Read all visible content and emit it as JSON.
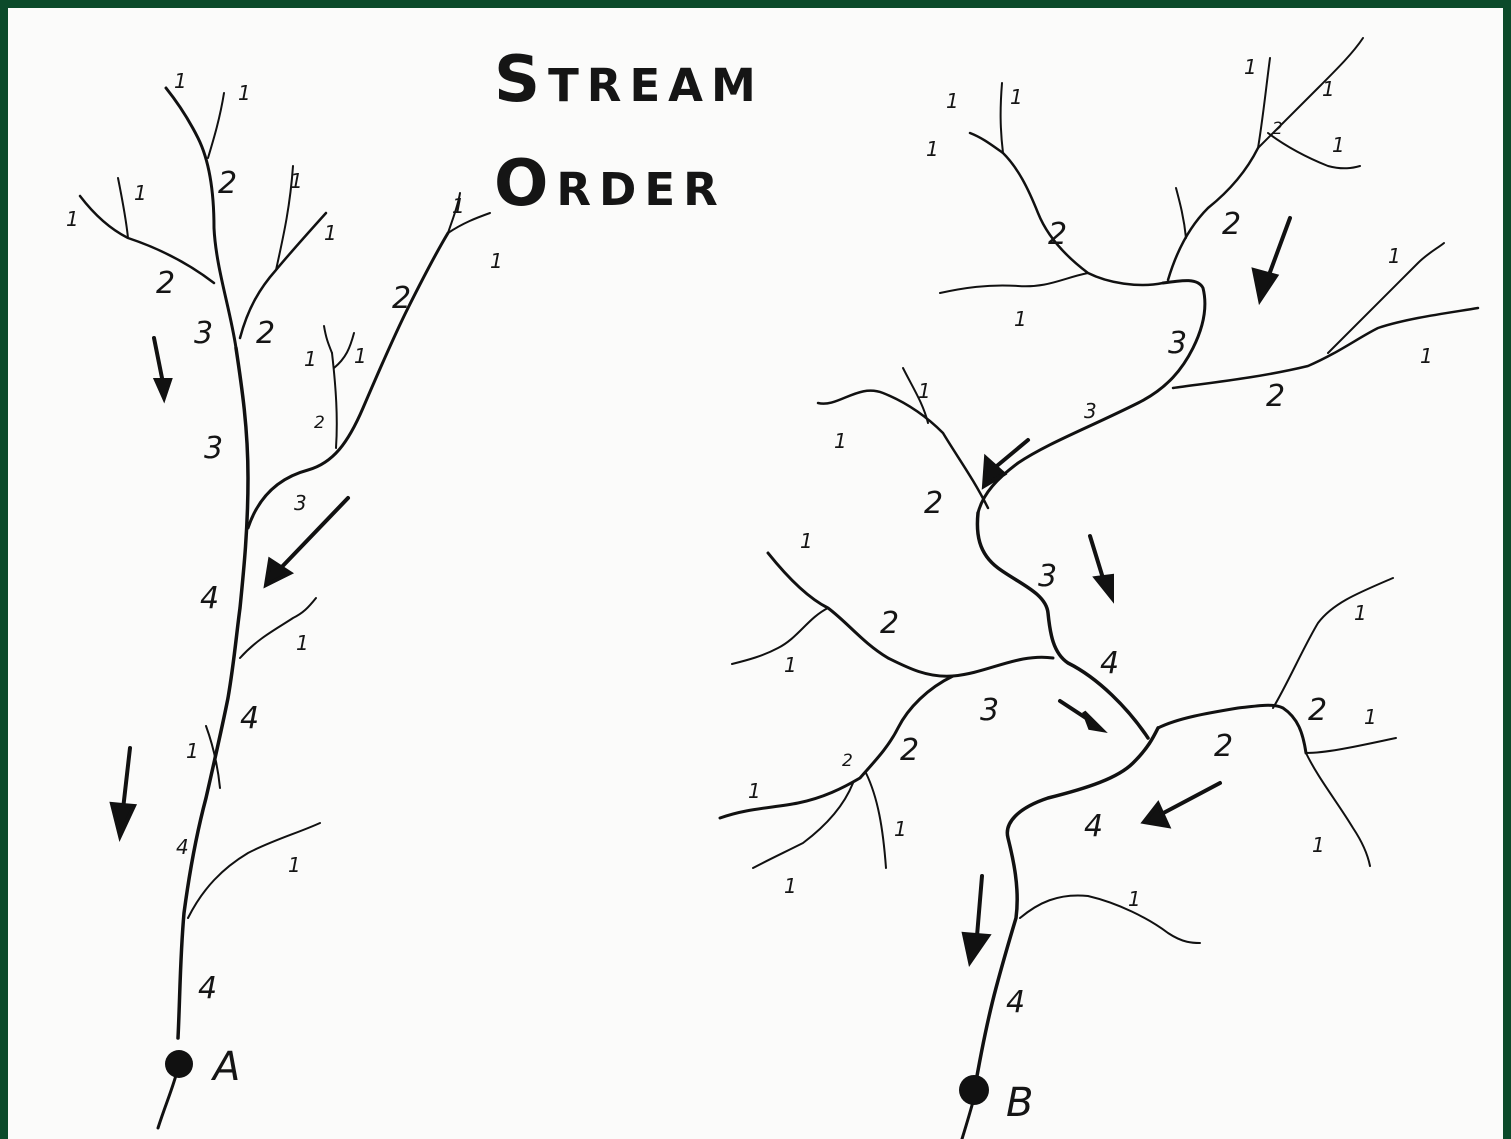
{
  "title": {
    "line1": "Stream",
    "line2": "Order"
  },
  "outlets": {
    "a": "A",
    "b": "B"
  },
  "orders": {
    "one": "1",
    "two": "2",
    "three": "3",
    "four": "4"
  }
}
